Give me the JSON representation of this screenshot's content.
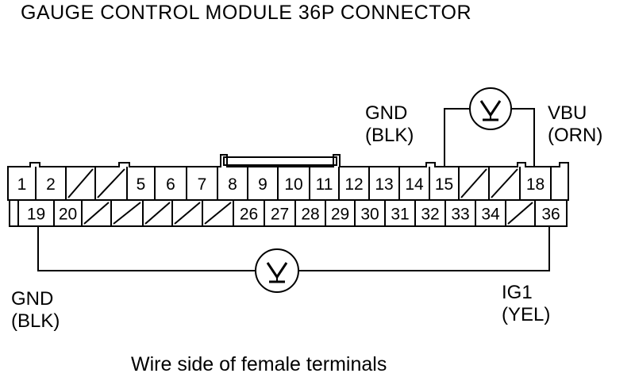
{
  "title": "GAUGE CONTROL MODULE 36P CONNECTOR",
  "caption": "Wire side of female terminals",
  "connector": {
    "top_row": [
      "1",
      "2",
      "",
      "",
      "5",
      "6",
      "7",
      "8",
      "9",
      "10",
      "11",
      "12",
      "13",
      "14",
      "15",
      "",
      "",
      "18",
      ""
    ],
    "bottom_row": [
      "",
      "19",
      "20",
      "",
      "",
      "",
      "",
      "",
      "26",
      "27",
      "28",
      "29",
      "30",
      "31",
      "32",
      "33",
      "34",
      "",
      "36"
    ]
  },
  "probes": {
    "upper": {
      "left_label": [
        "GND",
        "(BLK)"
      ],
      "right_label": [
        "VBU",
        "(ORN)"
      ],
      "meter_icon": "voltmeter-icon"
    },
    "lower": {
      "left_label": [
        "GND",
        "(BLK)"
      ],
      "right_label": [
        "IG1",
        "(YEL)"
      ],
      "meter_icon": "voltmeter-icon"
    }
  }
}
